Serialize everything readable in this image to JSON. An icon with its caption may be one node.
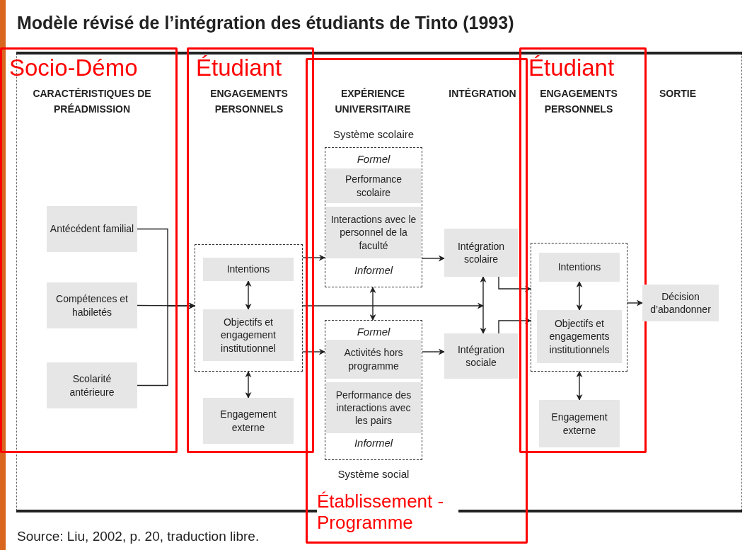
{
  "diagram": {
    "title": "Modèle révisé de l’intégration des étudiants de Tinto (1993)",
    "caption": "Source: Liu, 2002, p. 20, traduction libre.",
    "nodes": [
      {
        "text": [
          "Socio-Démo"
        ]
      },
      {
        "text": [
          "Antécédent familial"
        ],
        "in": 0
      },
      {
        "text": [
          "Compétences et habiletés"
        ],
        "in": 0
      },
      {
        "text": [
          "Scolarité antérieure"
        ],
        "in": 0
      },
      {
        "text": [
          "Étudiant"
        ]
      },
      {
        "text": [],
        "shape": "box",
        "in": 4
      },
      {
        "text": [
          "Intentions"
        ],
        "in": 5
      },
      {
        "text": [
          "Objectifs et engagement institutionnel"
        ],
        "in": 5
      },
      {
        "text": [
          "Engagement externe"
        ],
        "in": 4
      },
      {
        "text": [
          "Établissement - Programme"
        ]
      },
      {
        "text": [
          "Système scolaire",
          "Formel",
          "Informel"
        ],
        "in": 9
      },
      {
        "text": [
          "Performance scolaire"
        ],
        "in": 10
      },
      {
        "text": [
          "Interactions avec le personnel de la faculté"
        ],
        "in": 10
      },
      {
        "text": [
          "Formel",
          "Informel",
          "Système social"
        ],
        "in": 9
      },
      {
        "text": [
          "Activités hors programme"
        ],
        "in": 13
      },
      {
        "text": [
          "Performance des interactions avec les pairs"
        ],
        "in": 13
      },
      {
        "text": [
          "Intégration scolaire"
        ],
        "in": 9
      },
      {
        "text": [
          "Intégration sociale"
        ],
        "in": 9
      },
      {
        "text": [
          "Étudiant"
        ]
      },
      {
        "text": [],
        "shape": "box",
        "in": 18
      },
      {
        "text": [
          "Intentions"
        ],
        "in": 19
      },
      {
        "text": [
          "Objectifs et engagements institutionnels"
        ],
        "in": 19
      },
      {
        "text": [
          "Engagement externe"
        ],
        "in": 18
      },
      {
        "text": [
          "Décision d’abandonner"
        ]
      }
    ],
    "edges": [
      {
        "from": 1,
        "to": 5,
        "arrow": "to"
      },
      {
        "from": 2,
        "to": 5,
        "arrow": "to"
      },
      {
        "from": 3,
        "to": 5,
        "arrow": "to"
      },
      {
        "from": 6,
        "to": 7,
        "arrow": "both"
      },
      {
        "from": 5,
        "to": 8,
        "arrow": "both"
      },
      {
        "from": 5,
        "to": 10,
        "arrow": "to"
      },
      {
        "from": 5,
        "to": 13,
        "arrow": "to"
      },
      {
        "from": 5,
        "to": null,
        "arrow": "to"
      },
      {
        "from": 10,
        "to": 13,
        "arrow": "both"
      },
      {
        "from": 10,
        "to": 16,
        "arrow": "to"
      },
      {
        "from": 13,
        "to": 17,
        "arrow": "to"
      },
      {
        "from": 16,
        "to": 17,
        "arrow": "both"
      },
      {
        "from": 16,
        "to": 19,
        "arrow": "to"
      },
      {
        "from": 17,
        "to": 19,
        "arrow": "to"
      },
      {
        "from": 20,
        "to": 21,
        "arrow": "both"
      },
      {
        "from": 19,
        "to": 22,
        "arrow": "both"
      },
      {
        "from": 19,
        "to": 23,
        "arrow": "to"
      }
    ],
    "labels": [
      "CARACTÉRISTIQUES DE PRÉADMISSION",
      "ENGAGEMENTS PERSONNELS",
      "EXPÉRIENCE UNIVERSITAIRE",
      "INTÉGRATION",
      "ENGAGEMENTS PERSONNELS",
      "SORTIE"
    ]
  }
}
